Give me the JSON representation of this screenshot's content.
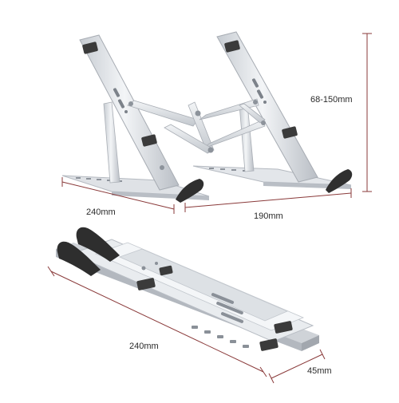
{
  "dimensions": {
    "open_depth": "240mm",
    "open_width": "190mm",
    "height_range": "68-150mm",
    "folded_length": "240mm",
    "folded_thickness": "45mm"
  },
  "colors": {
    "dimension_line": "#8a3a3a",
    "aluminum_light": "#eef0f3",
    "aluminum_mid": "#d4d8dd",
    "aluminum_dark": "#aeb3ba",
    "pad": "#3b3b3b"
  }
}
